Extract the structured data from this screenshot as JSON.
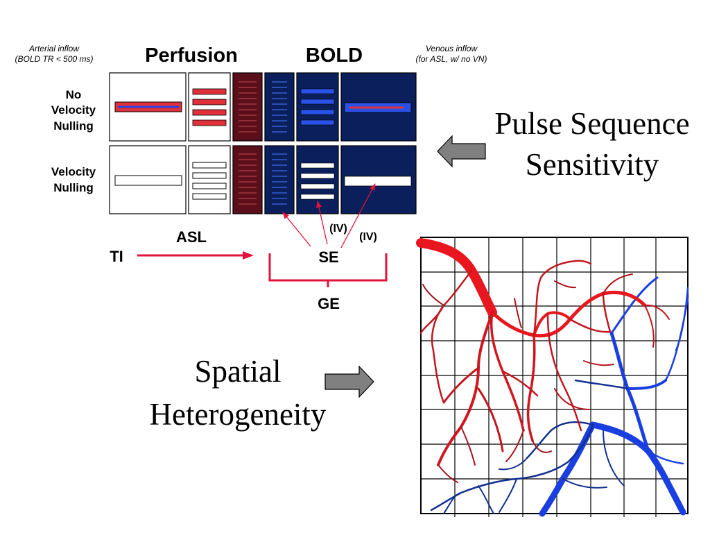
{
  "header": {
    "arterial_line1": "Arterial inflow",
    "arterial_line2": "(BOLD TR < 500 ms)",
    "perfusion": "Perfusion",
    "bold": "BOLD",
    "venous_line1": "Venous inflow",
    "venous_line2": "(for ASL, w/ no VN)"
  },
  "rows": {
    "no_vn_line1": "No",
    "no_vn_line2": "Velocity",
    "no_vn_line3": "Nulling",
    "vn_line1": "Velocity",
    "vn_line2": "Nulling"
  },
  "labels": {
    "asl": "ASL",
    "ti": "TI",
    "se": "SE",
    "ge": "GE",
    "iv_left": "(IV)",
    "iv_right": "(IV)"
  },
  "right_text": {
    "line1": "Pulse Sequence",
    "line2": "Sensitivity"
  },
  "left_text": {
    "line1": "Spatial",
    "line2": "Heterogeneity"
  },
  "colors": {
    "arterial_red": "#e0303a",
    "dark_maroon": "#5a0f1a",
    "navy": "#0b1f5c",
    "bold_blue": "#2a52e8",
    "vein_blue": "#1a3fe0",
    "artery_red": "#e8161e",
    "arrow_red": "#e0133a",
    "arrow_gray": "#808080"
  }
}
